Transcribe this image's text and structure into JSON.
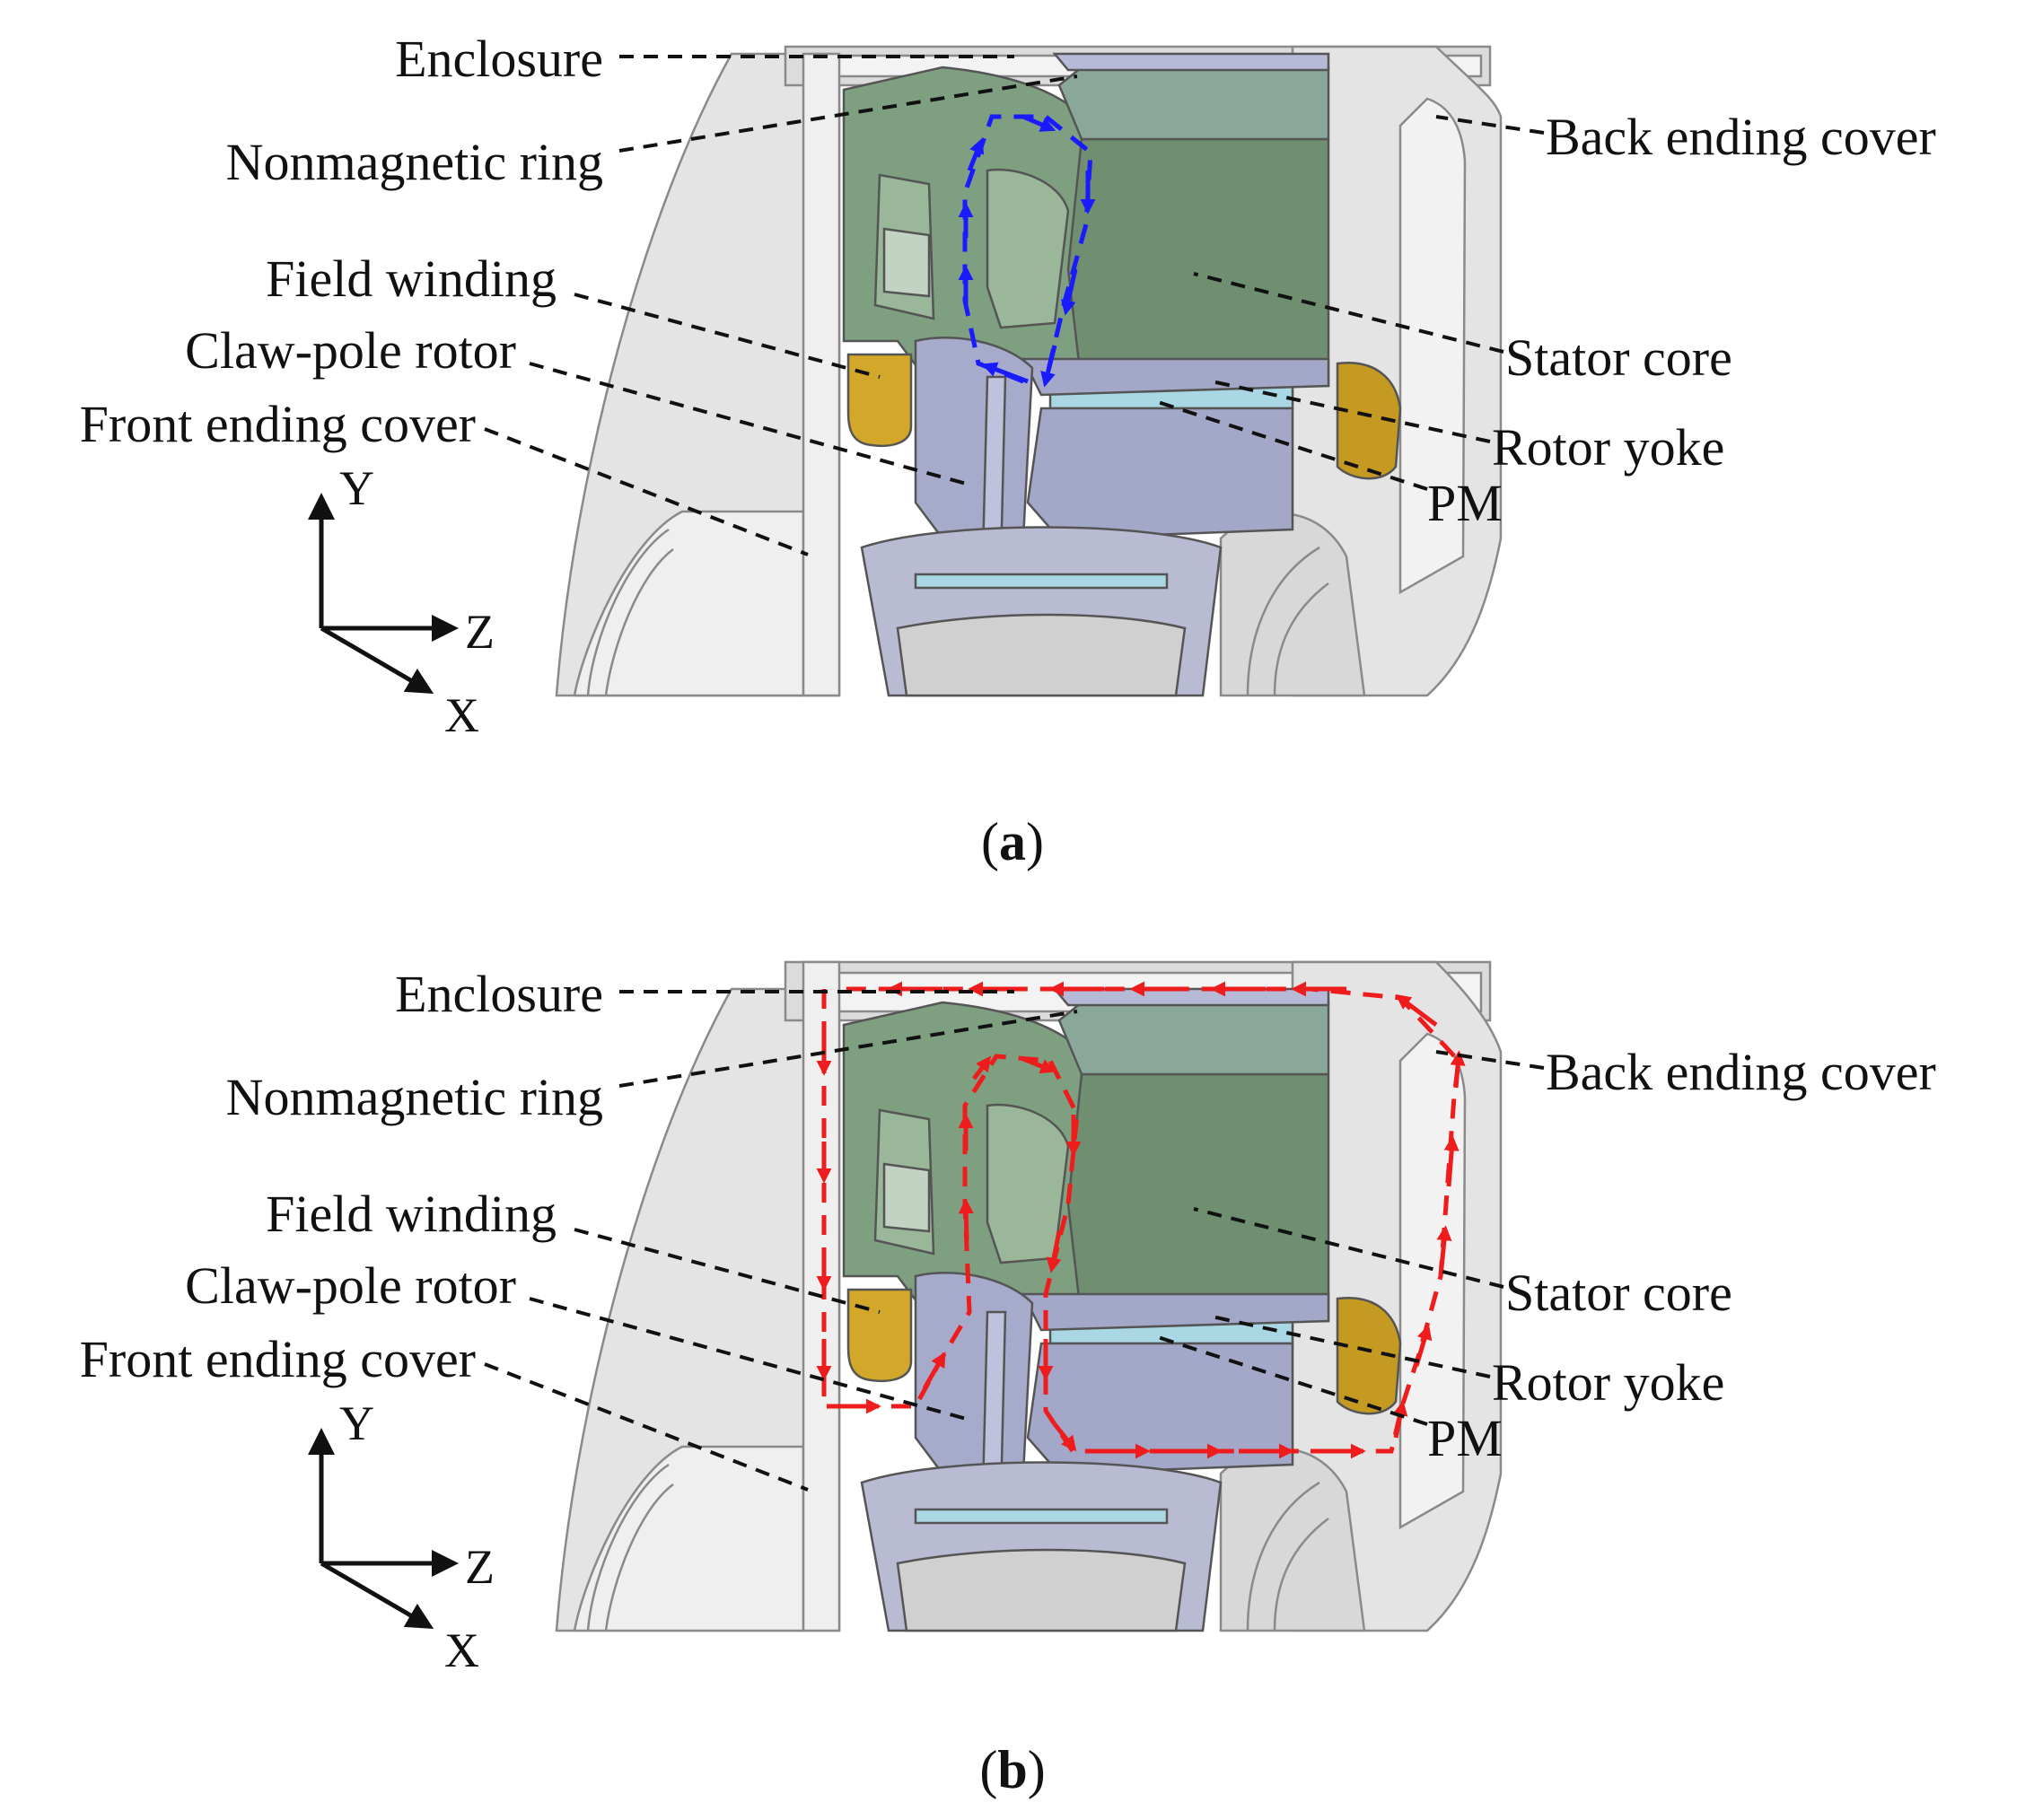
{
  "panels": [
    {
      "id": "a",
      "caption_letter": "a",
      "flux_color": "#1a1aff",
      "labels": {
        "enclosure": "Enclosure",
        "nonmagnetic_ring": "Nonmagnetic ring",
        "field_winding": "Field winding",
        "claw_pole_rotor": "Claw-pole rotor",
        "front_ending_cover": "Front ending cover",
        "back_ending_cover": "Back ending cover",
        "stator_core": "Stator core",
        "rotor_yoke": "Rotor yoke",
        "pm": "PM"
      },
      "axes": {
        "y": "Y",
        "z": "Z",
        "x": "X"
      }
    },
    {
      "id": "b",
      "caption_letter": "b",
      "flux_color": "#ee1c1c",
      "labels": {
        "enclosure": "Enclosure",
        "nonmagnetic_ring": "Nonmagnetic ring",
        "field_winding": "Field winding",
        "claw_pole_rotor": "Claw-pole rotor",
        "front_ending_cover": "Front ending cover",
        "back_ending_cover": "Back ending cover",
        "stator_core": "Stator core",
        "rotor_yoke": "Rotor yoke",
        "pm": "PM"
      },
      "axes": {
        "y": "Y",
        "z": "Z",
        "x": "X"
      }
    }
  ],
  "colors": {
    "housing": "#e6e6e6",
    "stator_green": "#6f8f70",
    "stator_green_light": "#92ad90",
    "rotor_lavender": "#a4a8c8",
    "rotor_lavender_light": "#bcc0da",
    "winding_gold": "#d3a72a",
    "pm_cyan": "#a9d8e4"
  }
}
